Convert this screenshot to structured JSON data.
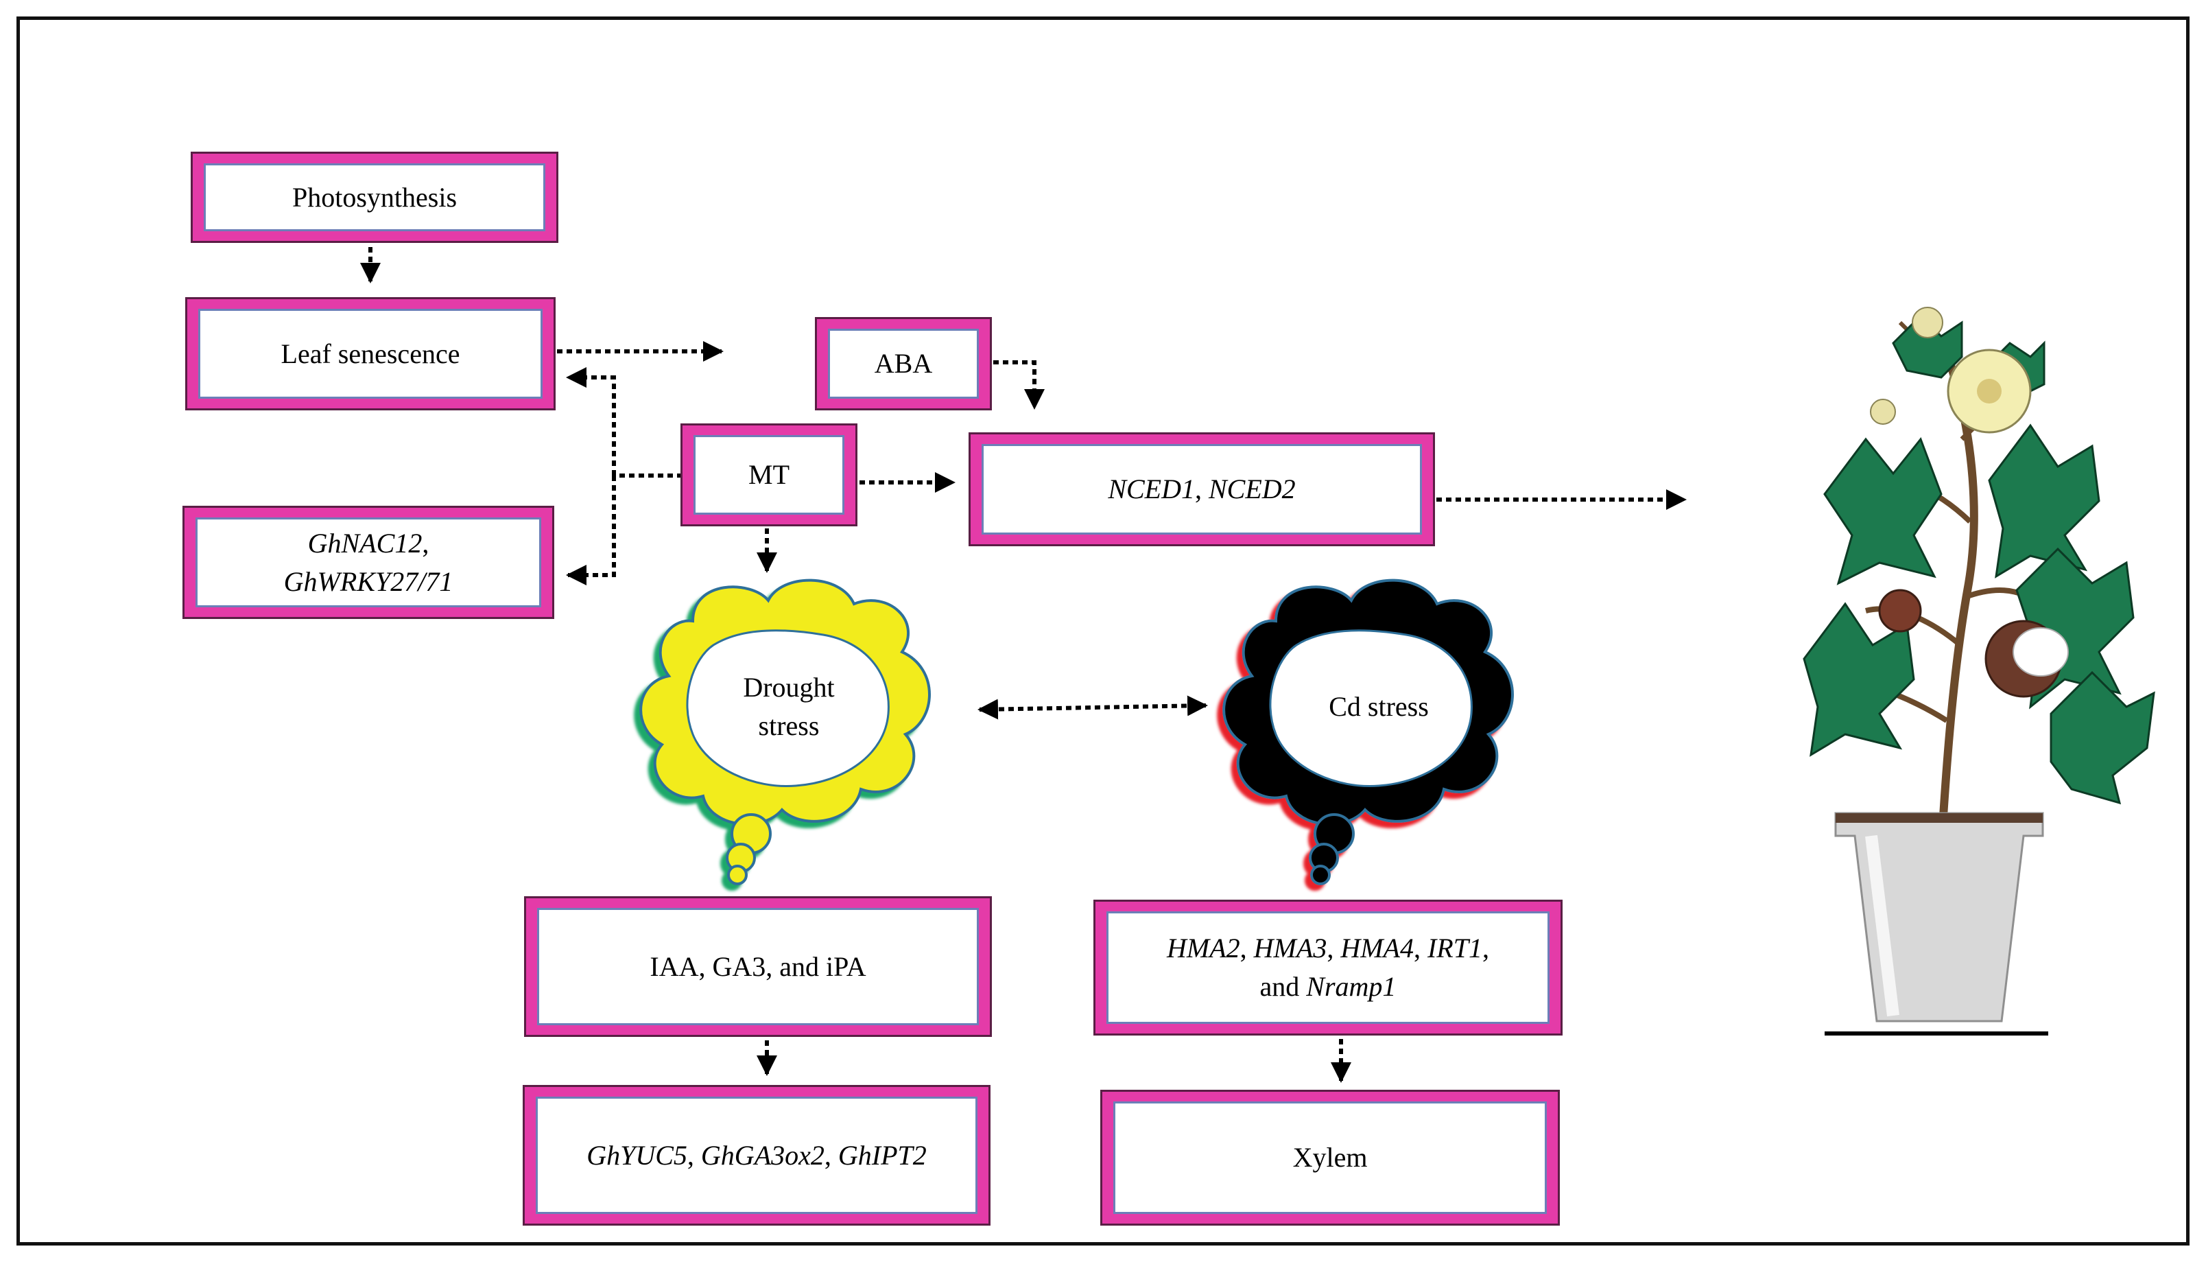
{
  "boxes": {
    "photosynthesis": "Photosynthesis",
    "leaf_senescence": "Leaf senescence",
    "aba": "ABA",
    "mt": "MT",
    "nced": {
      "g1": "NCED1",
      "sep": ", ",
      "g2": "NCED2"
    },
    "ghnac": {
      "line1": "GhNAC12",
      "sep": ",",
      "line2": "GhWRKY27/71"
    },
    "hormones": "IAA, GA3, and iPA",
    "gh_genes": {
      "g1": "GhYUC5",
      "sep1": ", ",
      "g2": "GhGA3ox2",
      "sep2": ", ",
      "g3": "GhIPT2"
    },
    "hma": {
      "g1": "HMA2",
      "s1": ", ",
      "g2": "HMA3",
      "s2": ", ",
      "g3": "HMA4",
      "s3": ", ",
      "g4": "IRT1",
      "s4": ",",
      "and": "and ",
      "g5": "Nramp1"
    },
    "xylem": "Xylem"
  },
  "clouds": {
    "drought": {
      "line1": "Drought",
      "line2": "stress"
    },
    "cd": "Cd stress"
  },
  "colors": {
    "box_fill": "#e43ba8",
    "inner_border": "#6c7fb8",
    "drought_cloud": "#f2ec1a",
    "drought_glow": "#1aa86a",
    "cd_cloud": "#000000",
    "cd_glow": "#e8202a",
    "cloud_outline": "#2f6f9a",
    "leaf": "#1c7a4e",
    "flower": "#f3eeb2",
    "pot": "#d8d8d8"
  },
  "icons": [
    "cotton-plant-icon",
    "flower-pot-icon"
  ]
}
